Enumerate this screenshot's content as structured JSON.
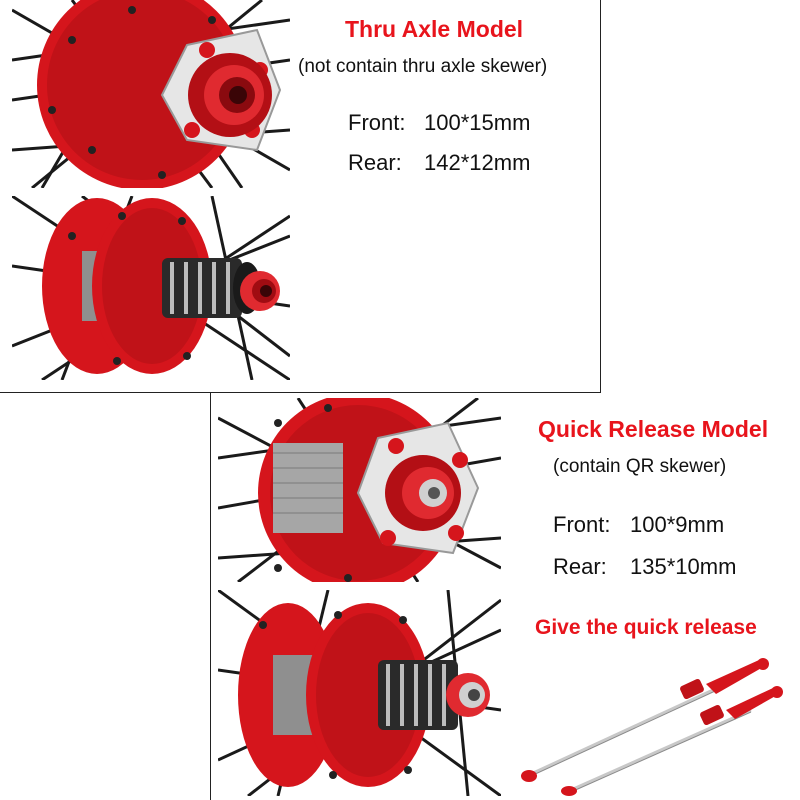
{
  "thru_axle": {
    "title": "Thru Axle Model",
    "note": "(not contain thru axle skewer)",
    "front_label": "Front:",
    "front_value": "100*15mm",
    "rear_label": "Rear:",
    "rear_value": "142*12mm"
  },
  "quick_release": {
    "title": "Quick Release Model",
    "note": "(contain QR skewer)",
    "front_label": "Front:",
    "front_value": "100*9mm",
    "rear_label": "Rear:",
    "rear_value": "135*10mm",
    "bonus": "Give the quick release"
  },
  "colors": {
    "hub_red": "#d5151c",
    "headline_red": "#e8141c",
    "spoke": "#1a1a1a",
    "freehub": "#2a2a2a"
  }
}
